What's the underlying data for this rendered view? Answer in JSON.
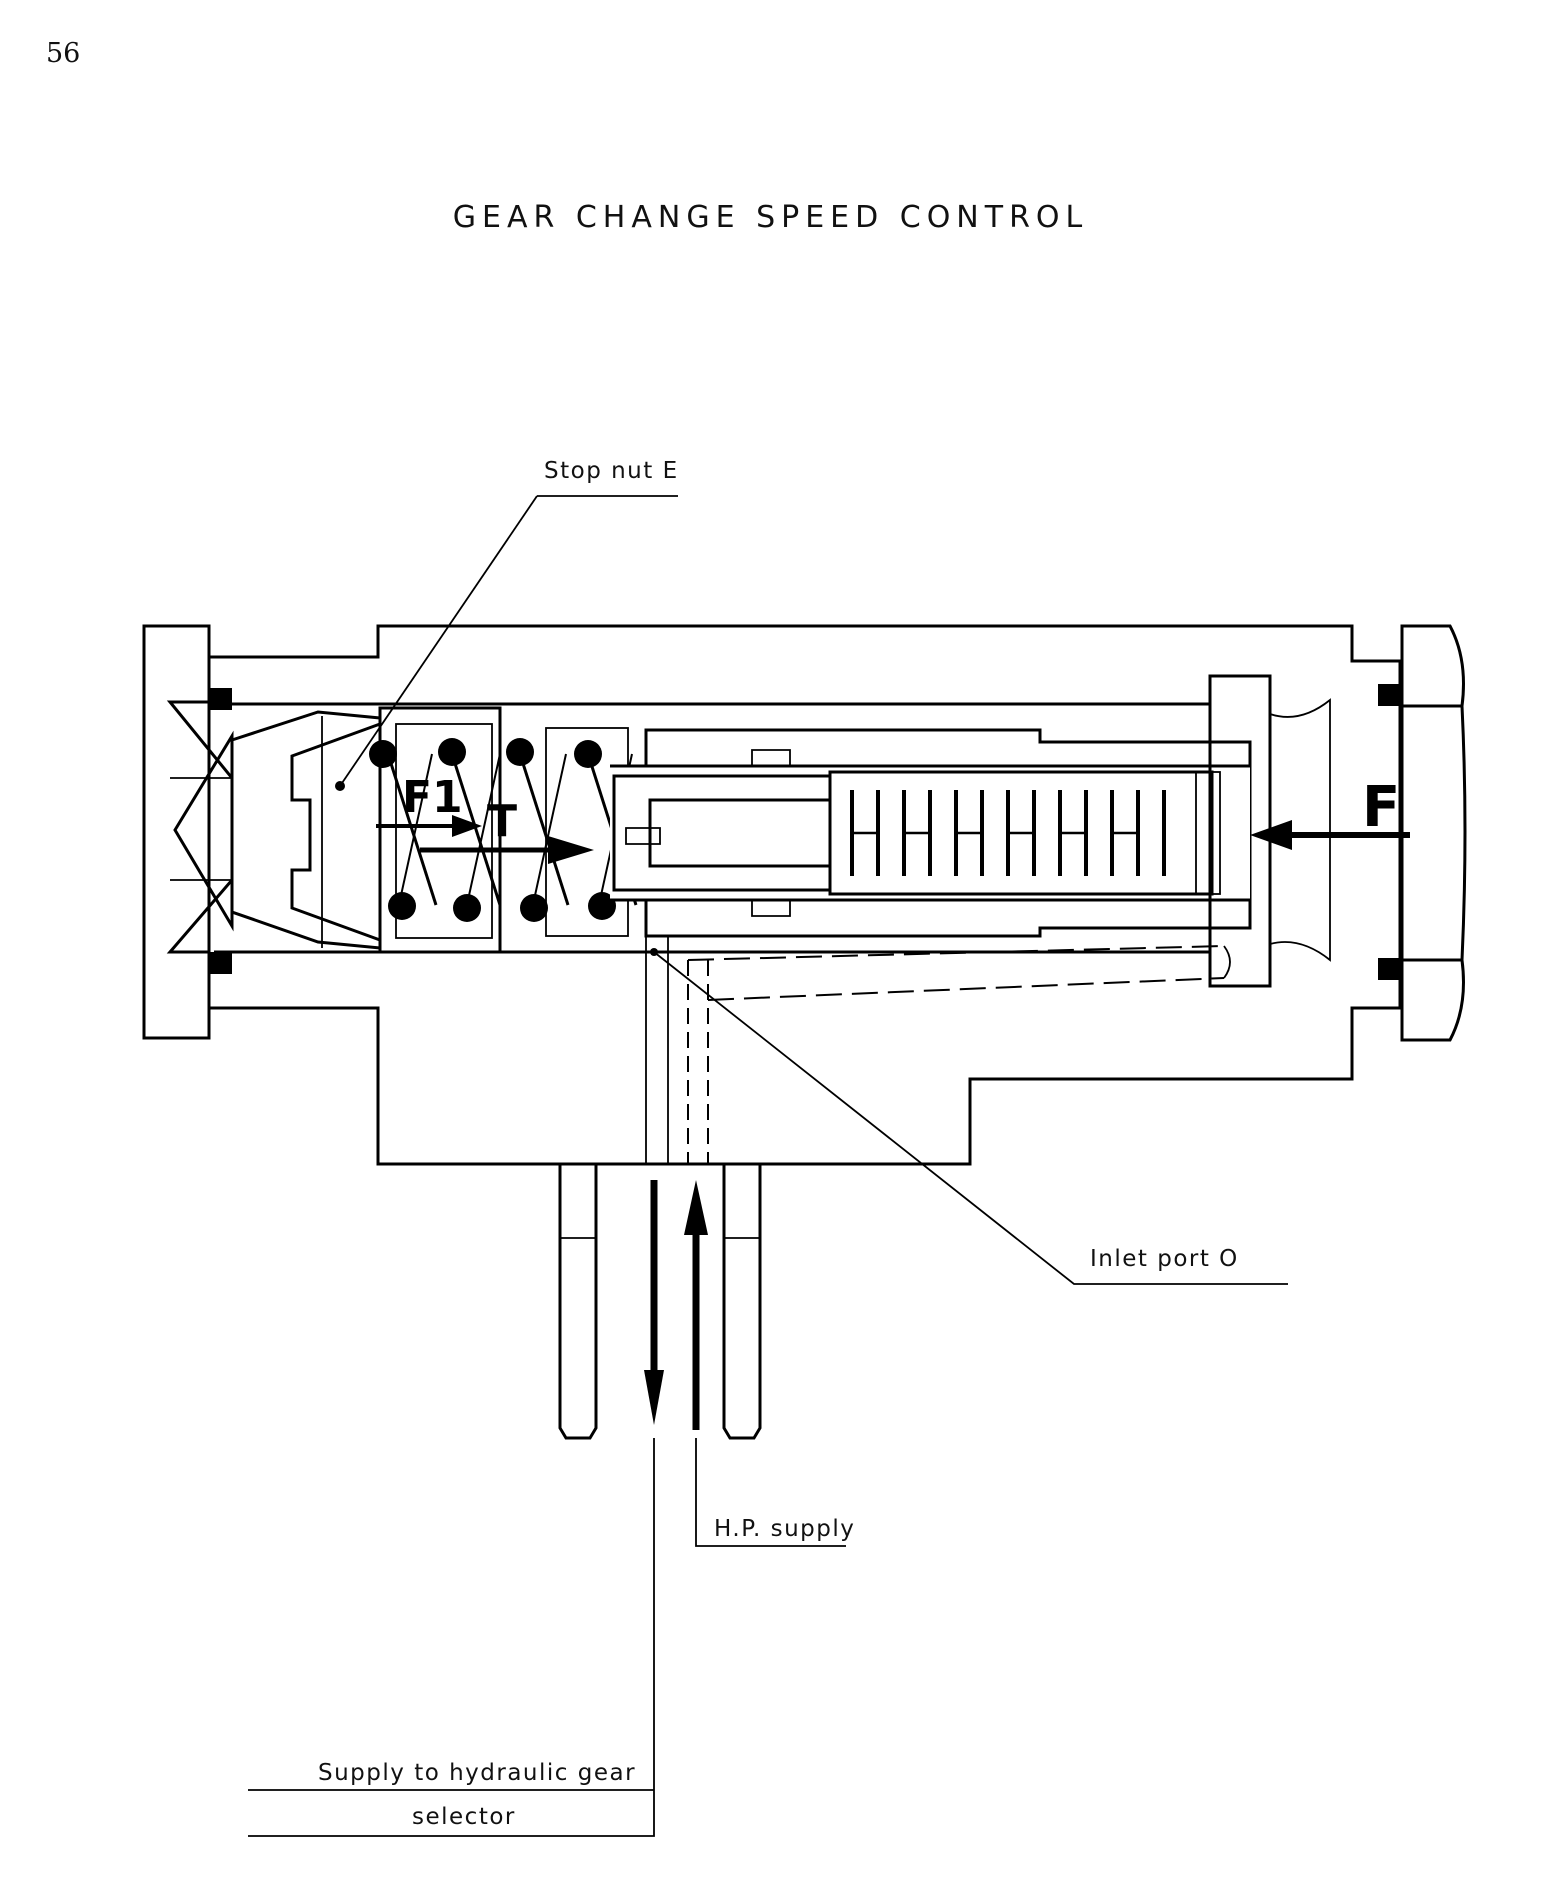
{
  "page_number": "56",
  "title": "GEAR CHANGE SPEED CONTROL",
  "labels": {
    "stop_nut": "Stop nut  E",
    "inlet_port": "Inlet port  O",
    "hp_supply": "H.P. supply",
    "supply_line1": "Supply  to  hydraulic  gear",
    "supply_line2": "selector"
  },
  "forces": {
    "f1": "F1",
    "t": "T",
    "f": "F"
  }
}
